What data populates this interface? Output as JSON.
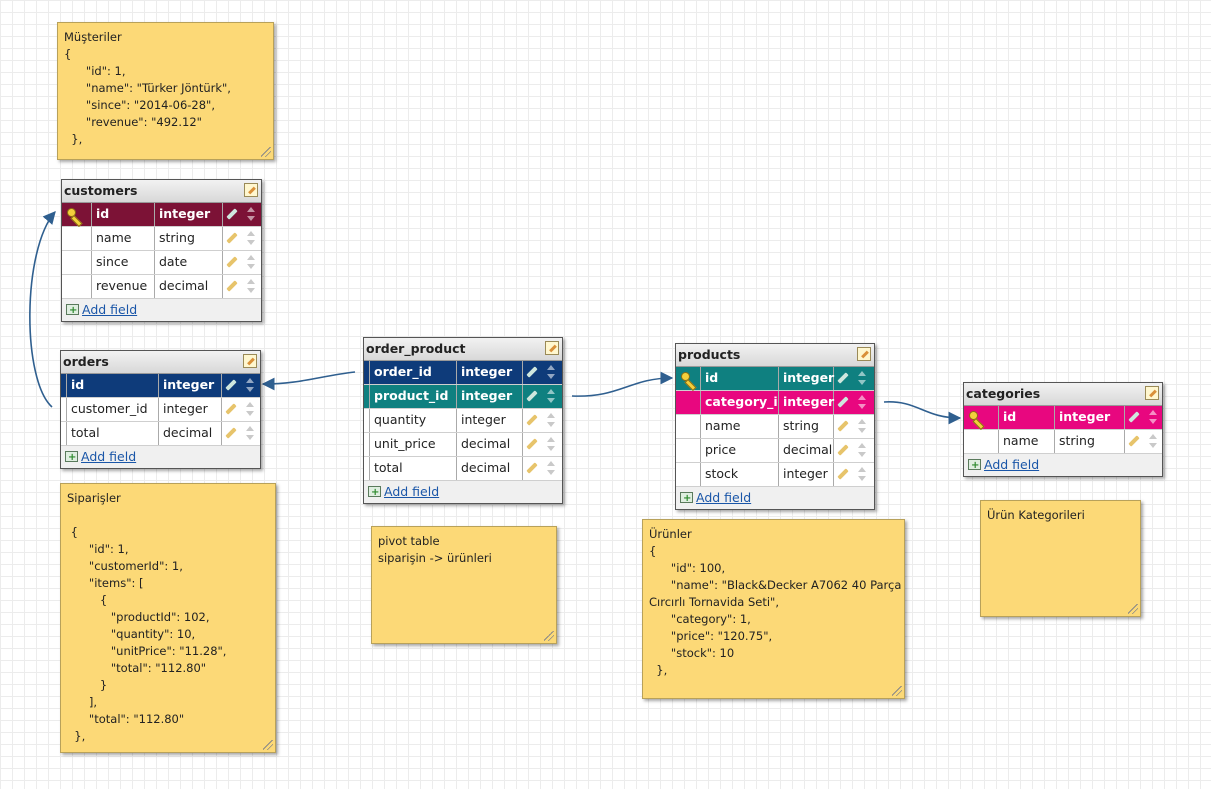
{
  "colors": {
    "customers_pk": "#7c1236",
    "orders_pk": "#0e3b7a",
    "order_product_fk1": "#0e3b7a",
    "order_product_fk2": "#0f8080",
    "products_pk": "#0f8080",
    "products_fk": "#e8077f",
    "categories_pk": "#e8077f",
    "connector": "#2f5f8f"
  },
  "notes": {
    "customers": "Müşteriler\n{\n      \"id\": 1,\n      \"name\": \"Türker Jöntürk\",\n      \"since\": \"2014-06-28\",\n      \"revenue\": \"492.12\"\n  },",
    "orders": "Siparişler\n\n {\n      \"id\": 1,\n      \"customerId\": 1,\n      \"items\": [\n         {\n            \"productId\": 102,\n            \"quantity\": 10,\n            \"unitPrice\": \"11.28\",\n            \"total\": \"112.80\"\n         }\n      ],\n      \"total\": \"112.80\"\n  },",
    "pivot": "pivot table\nsiparişin -> ürünleri",
    "products": "Ürünler\n{\n      \"id\": 100,\n      \"name\": \"Black&Decker A7062 40 Parça\nCırcırlı Tornavida Seti\",\n      \"category\": 1,\n      \"price\": \"120.75\",\n      \"stock\": 10\n  },",
    "categories": "Ürün Kategorileri"
  },
  "add_field_label": "Add field",
  "tables": {
    "customers": {
      "name": "customers",
      "fields": [
        {
          "name": "id",
          "type": "integer"
        },
        {
          "name": "name",
          "type": "string"
        },
        {
          "name": "since",
          "type": "date"
        },
        {
          "name": "revenue",
          "type": "decimal"
        }
      ]
    },
    "orders": {
      "name": "orders",
      "fields": [
        {
          "name": "id",
          "type": "integer"
        },
        {
          "name": "customer_id",
          "type": "integer"
        },
        {
          "name": "total",
          "type": "decimal"
        }
      ]
    },
    "order_product": {
      "name": "order_product",
      "fields": [
        {
          "name": "order_id",
          "type": "integer"
        },
        {
          "name": "product_id",
          "type": "integer"
        },
        {
          "name": "quantity",
          "type": "integer"
        },
        {
          "name": "unit_price",
          "type": "decimal"
        },
        {
          "name": "total",
          "type": "decimal"
        }
      ]
    },
    "products": {
      "name": "products",
      "fields": [
        {
          "name": "id",
          "type": "integer"
        },
        {
          "name": "category_id",
          "type": "integer"
        },
        {
          "name": "name",
          "type": "string"
        },
        {
          "name": "price",
          "type": "decimal"
        },
        {
          "name": "stock",
          "type": "integer"
        }
      ]
    },
    "categories": {
      "name": "categories",
      "fields": [
        {
          "name": "id",
          "type": "integer"
        },
        {
          "name": "name",
          "type": "string"
        }
      ]
    }
  }
}
